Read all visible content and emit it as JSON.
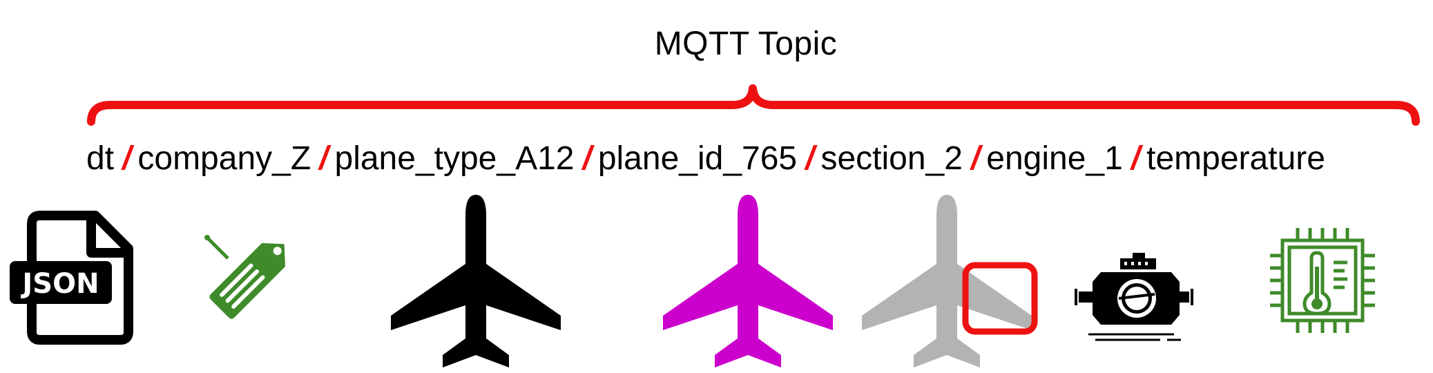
{
  "diagram": {
    "title": "MQTT Topic",
    "separator": "/",
    "segments": [
      "dt",
      "company_Z",
      "plane_type_A12",
      "plane_id_765",
      "section_2",
      "engine_1",
      "temperature"
    ],
    "icons": [
      {
        "name": "json-file-icon",
        "label": "JSON",
        "color": "#000000"
      },
      {
        "name": "tag-icon",
        "color": "#3f8a2a"
      },
      {
        "name": "airplane-black-icon",
        "color": "#000000"
      },
      {
        "name": "airplane-magenta-icon",
        "color": "#cc00cc"
      },
      {
        "name": "airplane-section-icon",
        "color": "#b3b3b3",
        "highlight": "#ee1111"
      },
      {
        "name": "engine-icon",
        "color": "#000000"
      },
      {
        "name": "thermometer-chip-icon",
        "color": "#3f8a2a"
      }
    ],
    "accent": "#ee1111"
  }
}
